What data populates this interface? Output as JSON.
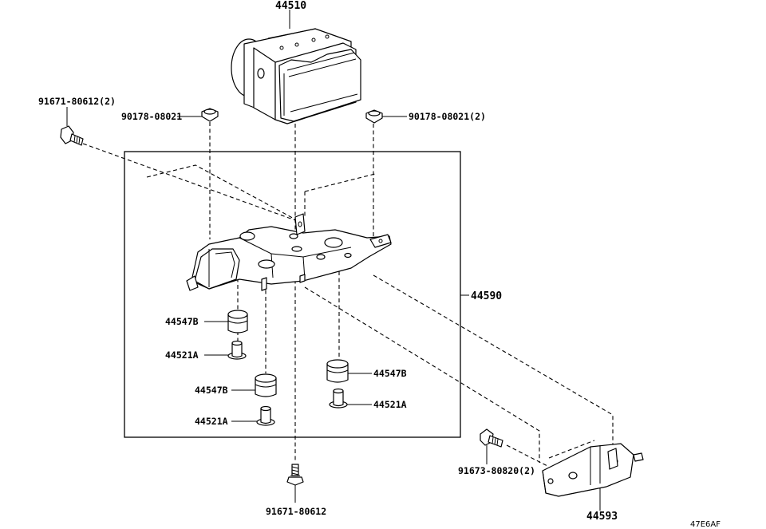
{
  "labels": {
    "actuator": "44510",
    "bracket_assembly": "44590",
    "bracket_lower": "44593",
    "bolt_left_top": "91671-80612(2)",
    "nut_left": "90178-08021",
    "nut_right": "90178-08021(2)",
    "bolt_bottom": "91671-80612",
    "bolt_lower_right": "91673-80820(2)",
    "cushion_left_upper": "44547B",
    "collar_left_upper": "44521A",
    "cushion_left_lower": "44547B",
    "collar_left_lower": "44521A",
    "cushion_right": "44547B",
    "collar_right": "44521A",
    "drawing_code": "47E6AF"
  }
}
